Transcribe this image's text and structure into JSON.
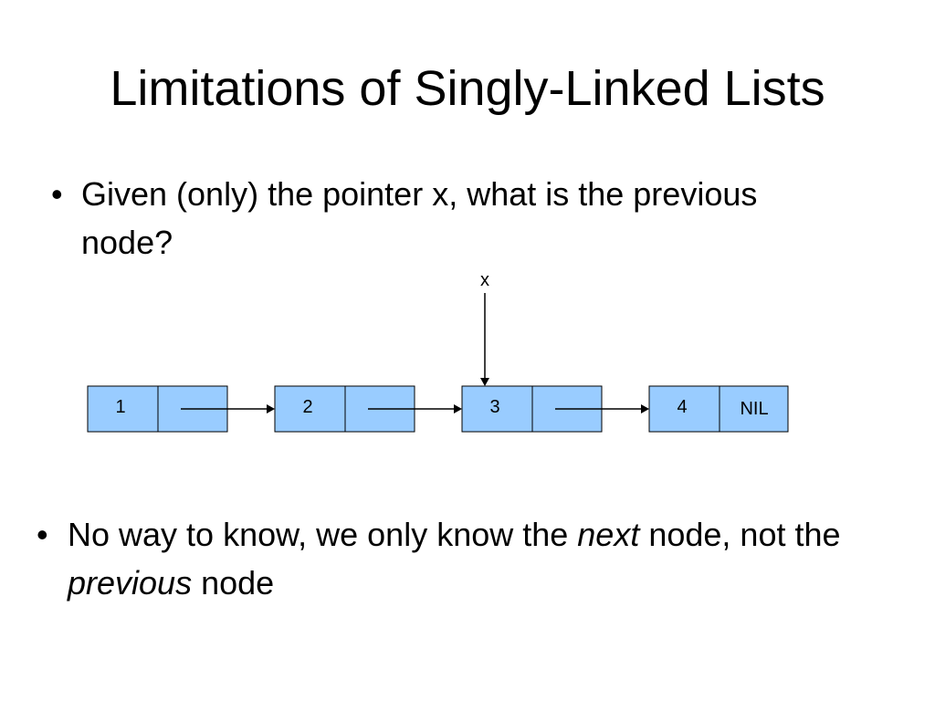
{
  "slide": {
    "title": "Limitations of Singly-Linked Lists",
    "bullet_1": {
      "marker": "•",
      "text": "Given (only) the pointer x, what is the previous node?"
    },
    "bullet_2": {
      "marker": "•",
      "text_a": "No way to know, we only know the ",
      "text_b": "next",
      "text_c": " node, not the ",
      "text_d": "previous",
      "text_e": " node"
    }
  },
  "diagram": {
    "pointer_label": "x",
    "nodes": [
      {
        "key": "1",
        "next": ""
      },
      {
        "key": "2",
        "next": ""
      },
      {
        "key": "3",
        "next": ""
      },
      {
        "key": "4",
        "next": "NIL"
      }
    ],
    "pointer_target_index": 2,
    "colors": {
      "node_fill": "#99ccff",
      "stroke": "#000000"
    }
  }
}
